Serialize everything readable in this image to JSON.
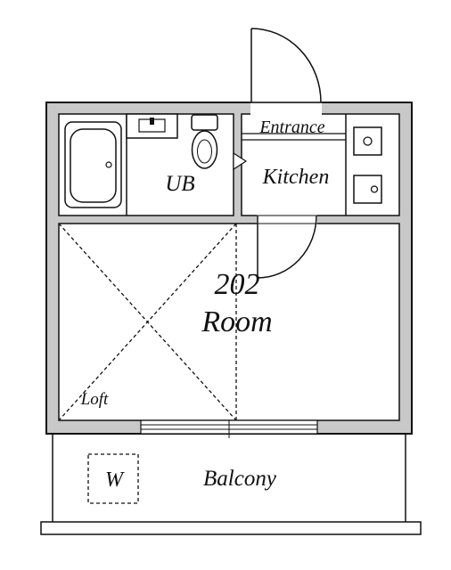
{
  "floorplan": {
    "room_number": "202",
    "labels": {
      "unit_bath": "UB",
      "entrance": "Entrance",
      "kitchen": "Kitchen",
      "room": "Room",
      "loft": "Loft",
      "washer": "W",
      "balcony": "Balcony"
    },
    "colors": {
      "wall": "#c8c8c8",
      "line": "#111111",
      "background": "#ffffff"
    }
  }
}
